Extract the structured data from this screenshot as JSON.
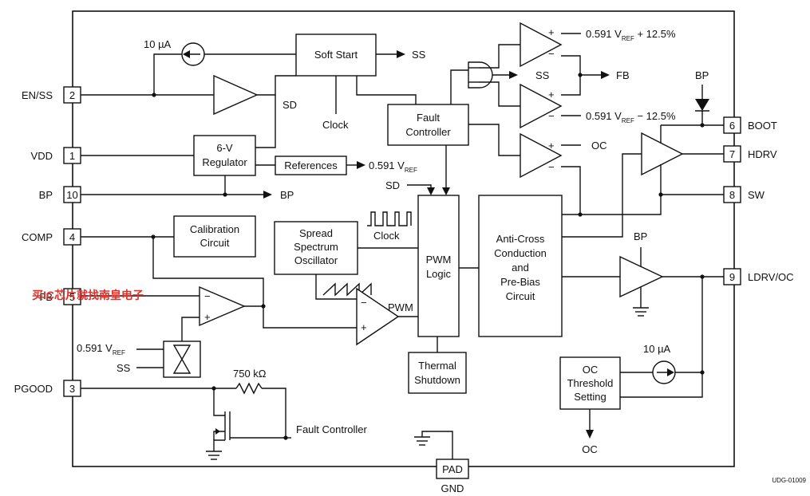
{
  "pins": {
    "en_ss": {
      "num": "2",
      "name": "EN/SS"
    },
    "vdd": {
      "num": "1",
      "name": "VDD"
    },
    "bp": {
      "num": "10",
      "name": "BP"
    },
    "comp": {
      "num": "4",
      "name": "COMP"
    },
    "fb": {
      "num": "5",
      "name": "FB"
    },
    "pgood": {
      "num": "3",
      "name": "PGOOD"
    },
    "boot": {
      "num": "6",
      "name": "BOOT"
    },
    "hdrv": {
      "num": "7",
      "name": "HDRV"
    },
    "sw": {
      "num": "8",
      "name": "SW"
    },
    "ldrv_oc": {
      "num": "9",
      "name": "LDRV/OC"
    },
    "pad": {
      "name": "PAD",
      "ground": "GND"
    }
  },
  "blocks": {
    "soft_start": "Soft Start",
    "fault_controller": [
      "Fault",
      "Controller"
    ],
    "regulator": [
      "6-V",
      "Regulator"
    ],
    "references": "References",
    "calibration": [
      "Calibration",
      "Circuit"
    ],
    "spread_spectrum": [
      "Spread",
      "Spectrum",
      "Oscillator"
    ],
    "pwm_logic": [
      "PWM",
      "Logic"
    ],
    "anti_cross": [
      "Anti-Cross",
      "Conduction",
      "and",
      "Pre-Bias",
      "Circuit"
    ],
    "thermal": [
      "Thermal",
      "Shutdown"
    ],
    "oc_threshold": [
      "OC",
      "Threshold",
      "Setting"
    ]
  },
  "labels": {
    "current_10ua_top": "10 µA",
    "current_10ua_right": "10 µA",
    "ss_out": "SS",
    "sd_top": "SD",
    "sd_left": "SD",
    "clock_soft": "Clock",
    "clock_osc": "Clock",
    "vref_out_base": "0.591 V",
    "vref_sub": "REF",
    "bp_out": "BP",
    "pwm": "PWM",
    "window_upper_base": "0.591 V",
    "window_upper_suffix": " + 12.5%",
    "window_lower_base": "0.591 V",
    "window_lower_suffix": " − 12.5%",
    "and_ss": "SS",
    "and_fb": "FB",
    "oc_comp": "OC",
    "bp_boot": "BP",
    "bp_ldrv": "BP",
    "vref_mux_base": "0.591 V",
    "ss_mux": "SS",
    "resistor": "750 kΩ",
    "fault_controller_pg": "Fault Controller",
    "oc_out": "OC",
    "doc_id": "UDG-01009",
    "watermark": "买IC芯片就找南皇电子"
  },
  "signs": {
    "plus": "+",
    "minus": "−"
  }
}
